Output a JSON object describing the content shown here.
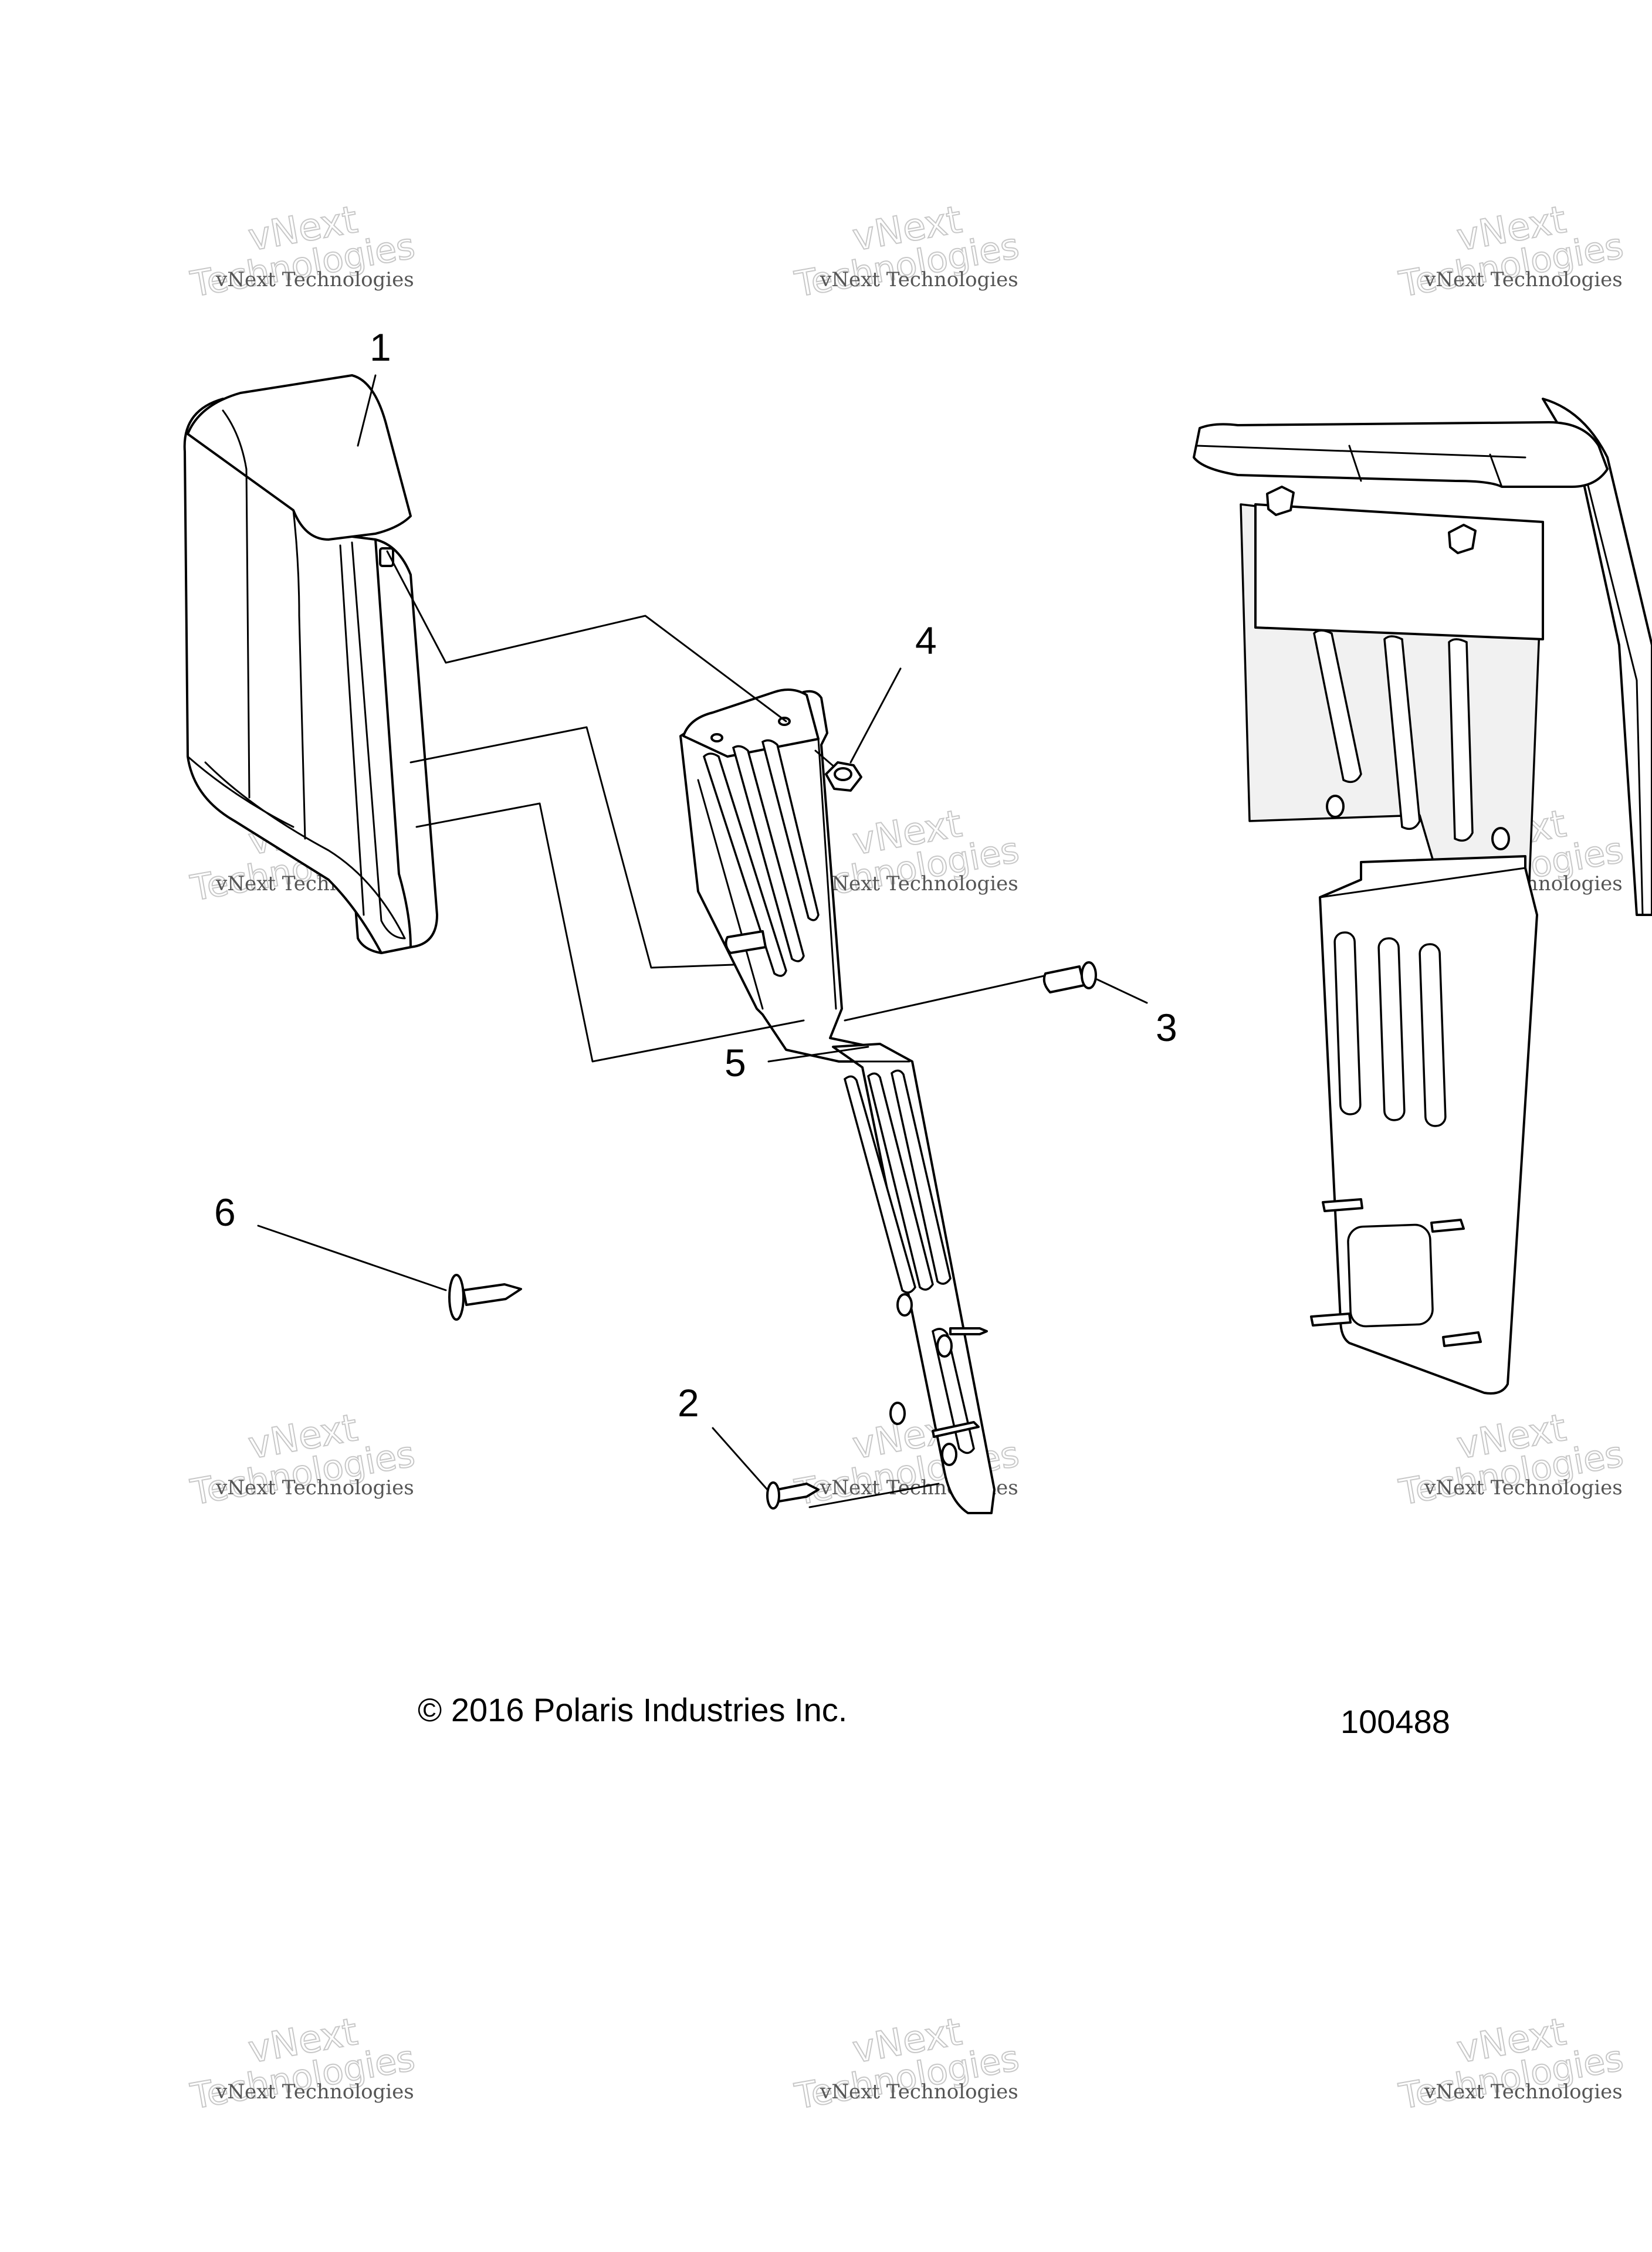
{
  "callouts": [
    {
      "id": "1",
      "label": "1"
    },
    {
      "id": "2",
      "label": "2"
    },
    {
      "id": "3",
      "label": "3"
    },
    {
      "id": "4",
      "label": "4"
    },
    {
      "id": "5",
      "label": "5"
    },
    {
      "id": "6",
      "label": "6"
    }
  ],
  "footer": {
    "copyright": "© 2016 Polaris Industries Inc.",
    "figure_number": "100488"
  },
  "watermark": {
    "line1": "vNext Technologies",
    "line2": "vNext",
    "line3": "Technologies"
  }
}
